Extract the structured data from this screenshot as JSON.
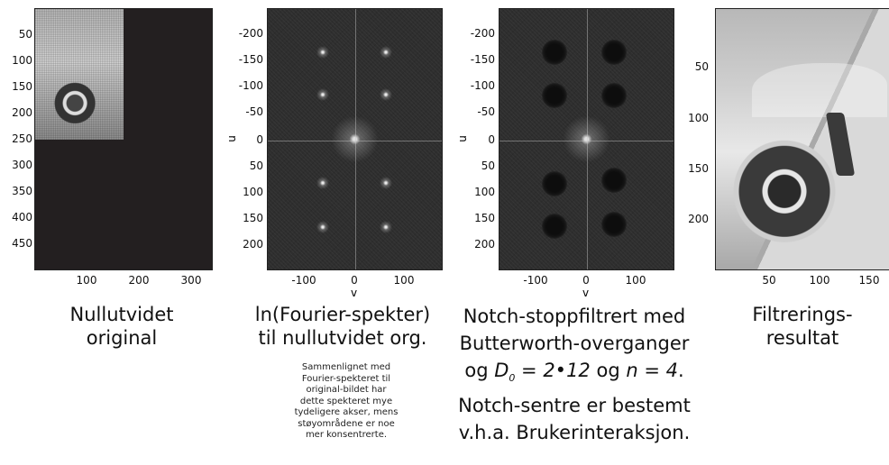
{
  "panels": [
    {
      "y_ticks": [
        "50",
        "100",
        "150",
        "200",
        "250",
        "300",
        "350",
        "400",
        "450"
      ],
      "x_ticks": [
        "100",
        "200",
        "300"
      ],
      "caption_line1": "Nullutvidet",
      "caption_line2": "original"
    },
    {
      "y_ticks": [
        "-200",
        "-150",
        "-100",
        "-50",
        "0",
        "50",
        "100",
        "150",
        "200"
      ],
      "x_ticks": [
        "-100",
        "0",
        "100"
      ],
      "y_label": "u",
      "x_label": "v",
      "caption_line1": "ln(Fourier-spekter)",
      "caption_line2": "til nullutvidet org.",
      "note": [
        "Sammenlignet med",
        "Fourier-spekteret til",
        "original-bildet har",
        "dette spekteret mye",
        "tydeligere akser, mens",
        "støyområdene er noe",
        "mer konsentrerte."
      ]
    },
    {
      "y_ticks": [
        "-200",
        "-150",
        "-100",
        "-50",
        "0",
        "50",
        "100",
        "150",
        "200"
      ],
      "x_ticks": [
        "-100",
        "0",
        "100"
      ],
      "y_label": "u",
      "x_label": "v",
      "caption_line1": "Notch-stoppfiltrert med",
      "caption_line2": "Butterworth-overganger",
      "caption_line3_pre": "og ",
      "caption_line3_D": "D",
      "caption_line3_sub": "0",
      "caption_line3_mid": " = 2•12",
      "caption_line3_og": " og ",
      "caption_line3_n": "n = 4",
      "caption_line3_end": ".",
      "caption_line4": "Notch-sentre er bestemt",
      "caption_line5": "v.h.a. Brukerinteraksjon."
    },
    {
      "y_ticks": [
        "50",
        "100",
        "150",
        "200"
      ],
      "x_ticks": [
        "50",
        "100",
        "150"
      ],
      "caption_line1": "Filtrerings-",
      "caption_line2": "resultat"
    }
  ]
}
